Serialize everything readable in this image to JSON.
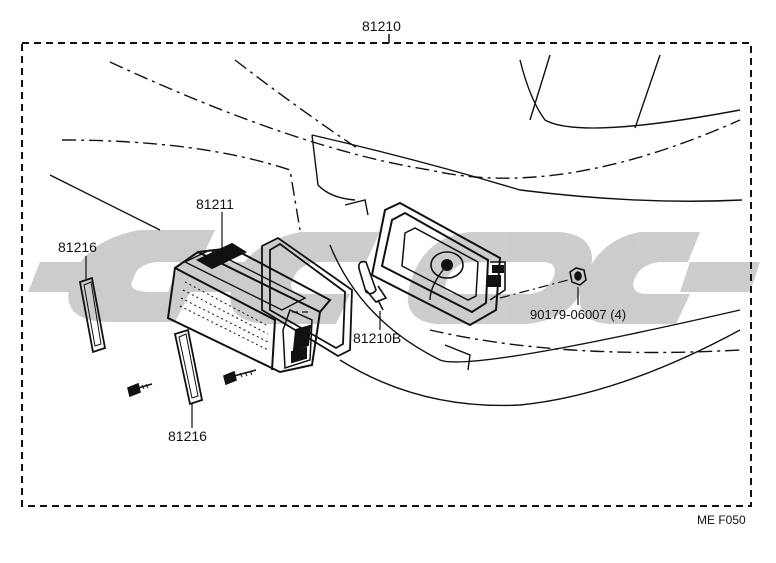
{
  "labels": {
    "assembly": "81210",
    "fog_lamp_unit": "81211",
    "cover_left": "81216",
    "cover_bottom": "81216",
    "bulb": "81210B",
    "fastener": "90179-06007 (4)",
    "drawing_code": "ME F050"
  },
  "watermark": {
    "color": "#c4c4c4"
  },
  "colors": {
    "line": "#111111",
    "background": "#ffffff"
  }
}
